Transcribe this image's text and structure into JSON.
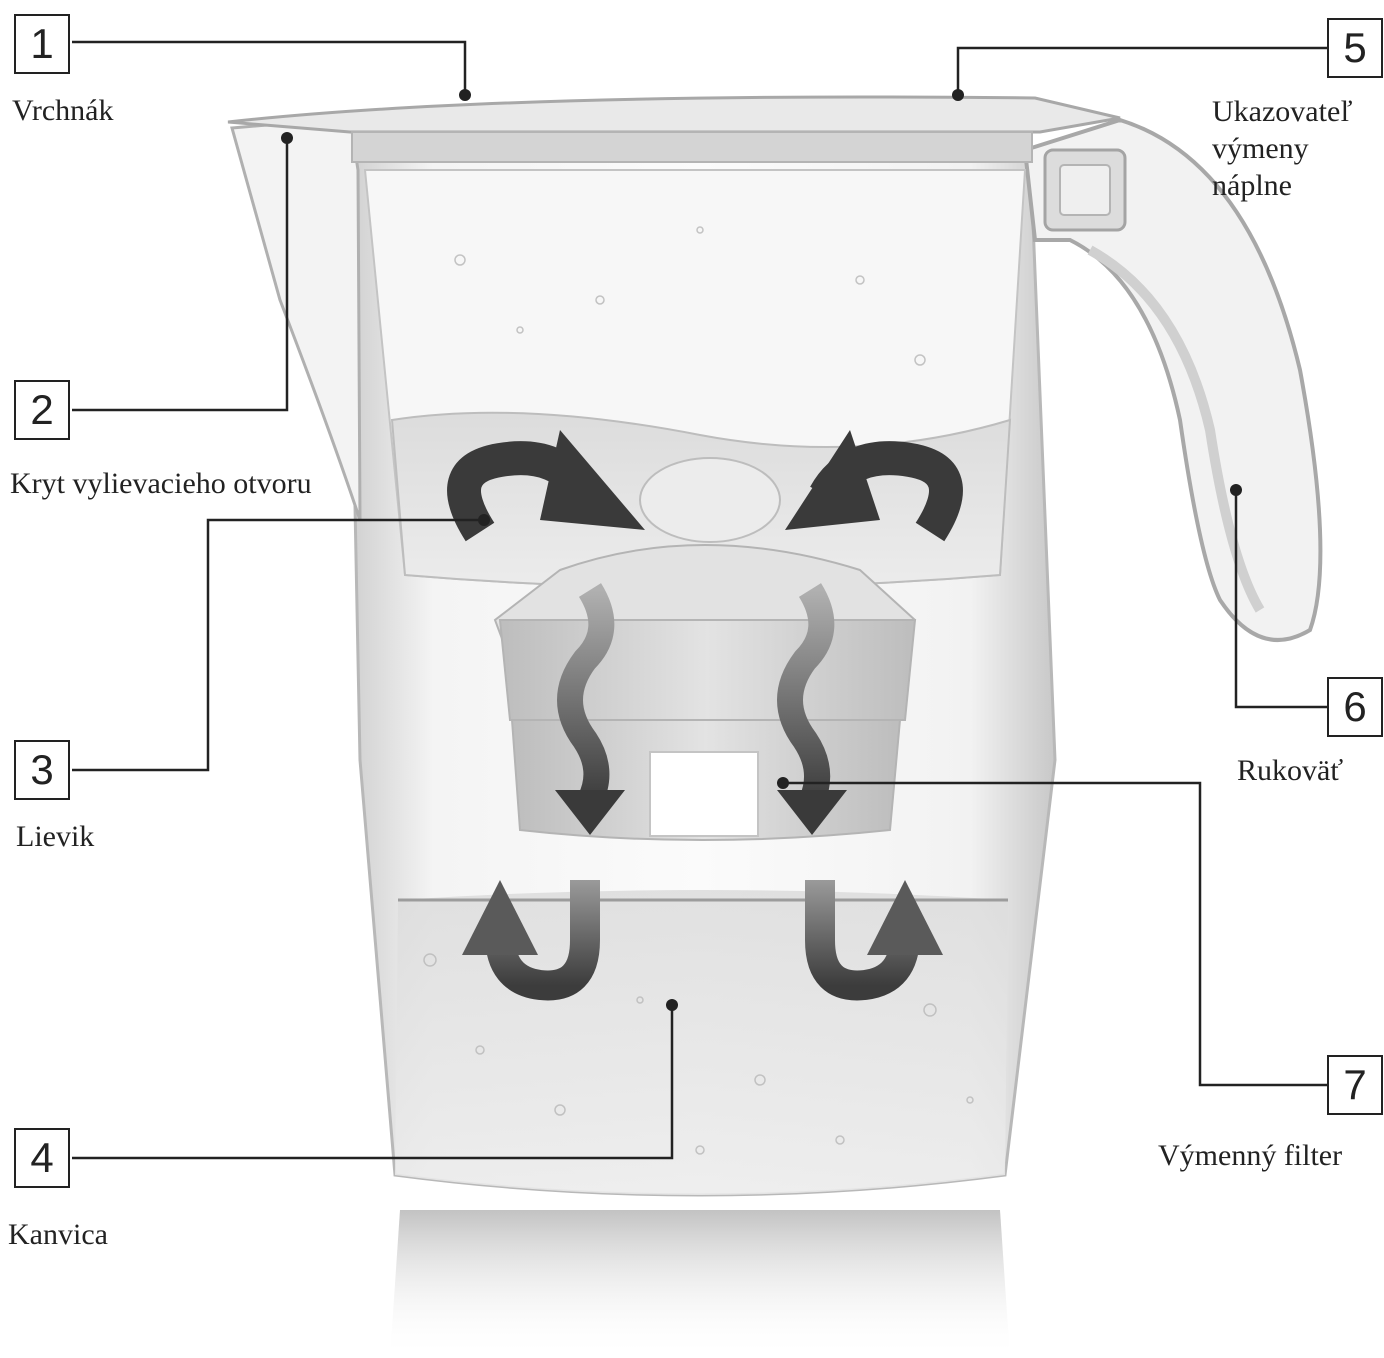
{
  "colors": {
    "leader_line": "#222222",
    "arrow_dark": "#3a3a3a",
    "arrow_light": "#9a9a9a",
    "glass_edge": "#b8b8b8",
    "water": "#e6e6e6",
    "filter_body": "#d2d2d2"
  },
  "callouts": [
    {
      "number": "1",
      "label": "Vrchnák"
    },
    {
      "number": "2",
      "label": "Kryt vylievacieho otvoru"
    },
    {
      "number": "3",
      "label": "Lievik"
    },
    {
      "number": "4",
      "label": "Kanvica"
    },
    {
      "number": "5",
      "label": "Ukazovateľ\nvýmeny\nnáplne"
    },
    {
      "number": "6",
      "label": "Rukoväť"
    },
    {
      "number": "7",
      "label": "Výmenný filter"
    }
  ]
}
